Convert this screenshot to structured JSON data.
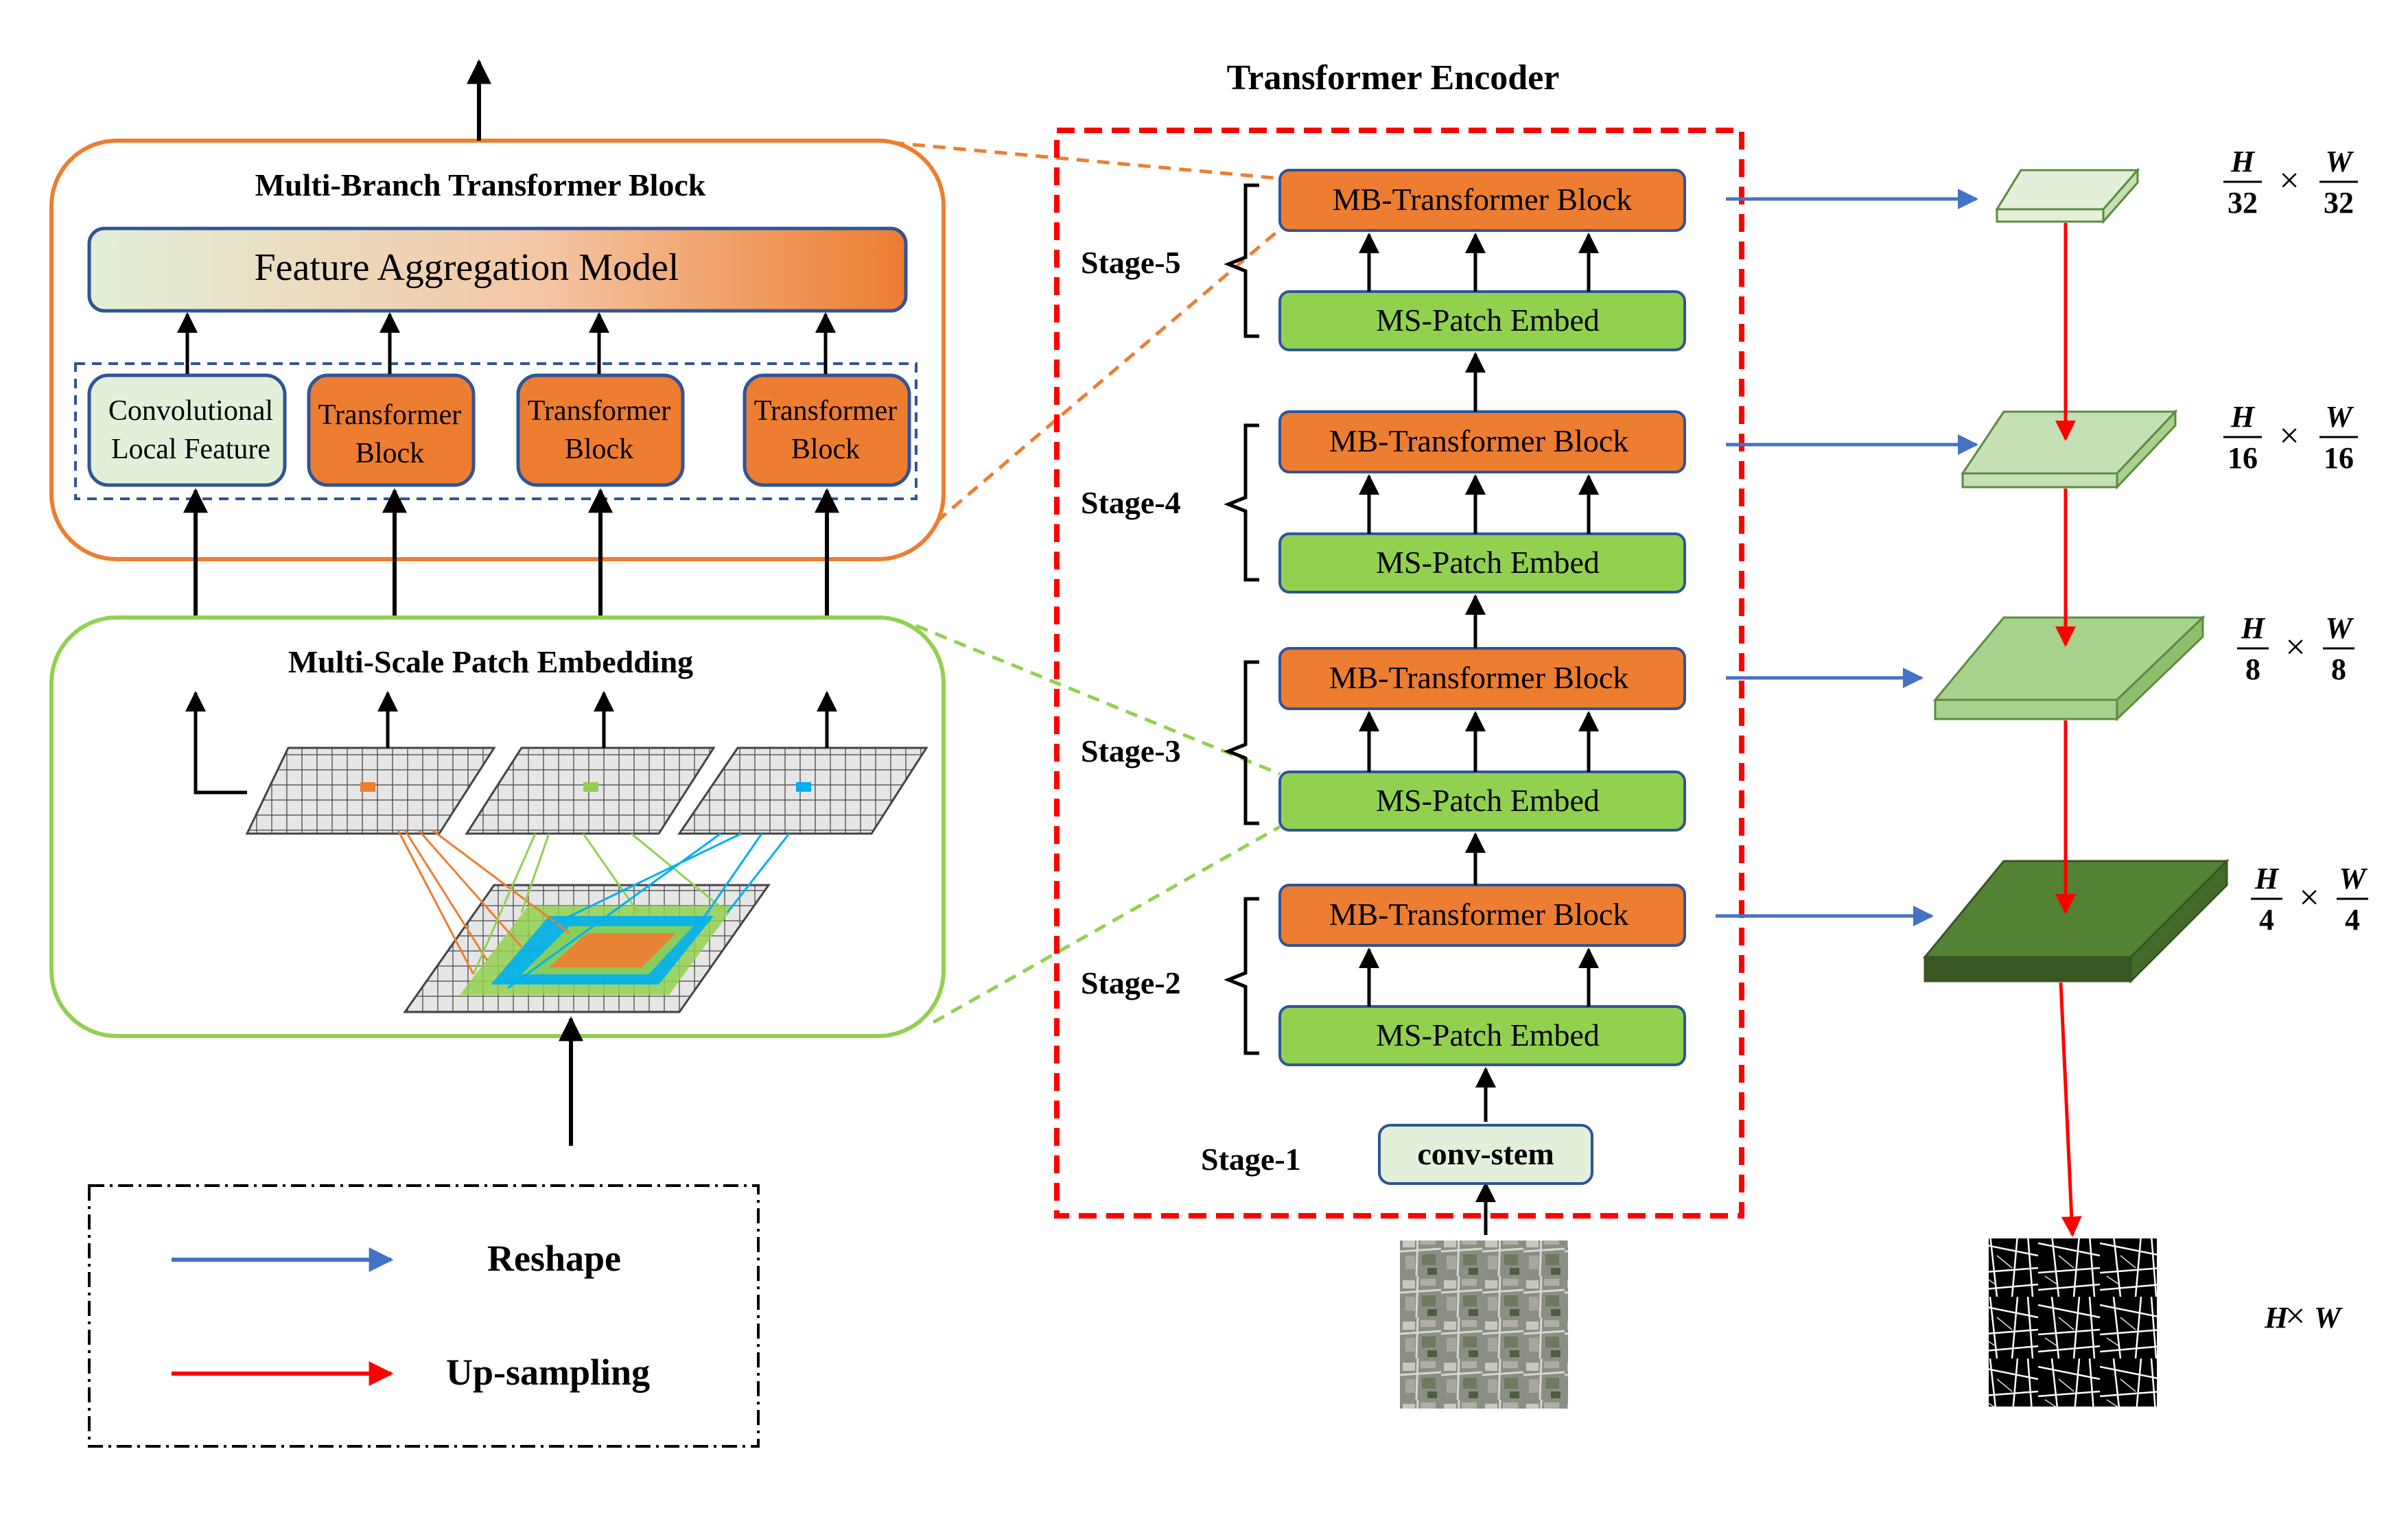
{
  "encoder": {
    "title": "Transformer Encoder",
    "stages": [
      {
        "label": "Stage-5",
        "block": "MB-Transformer Block",
        "embed": "MS-Patch Embed"
      },
      {
        "label": "Stage-4",
        "block": "MB-Transformer Block",
        "embed": "MS-Patch Embed"
      },
      {
        "label": "Stage-3",
        "block": "MB-Transformer Block",
        "embed": "MS-Patch Embed"
      },
      {
        "label": "Stage-2",
        "block": "MB-Transformer Block",
        "embed": "MS-Patch Embed"
      }
    ],
    "stage1_label": "Stage-1",
    "stem": "conv-stem"
  },
  "mb_block": {
    "title": "Multi-Branch Transformer Block",
    "aggregation": "Feature Aggregation Model",
    "branches": [
      {
        "line1": "Convolutional",
        "line2": "Local Feature"
      },
      {
        "line1": "Transformer",
        "line2": "Block"
      },
      {
        "line1": "Transformer",
        "line2": "Block"
      },
      {
        "line1": "Transformer",
        "line2": "Block"
      }
    ]
  },
  "ms_embed": {
    "title": "Multi-Scale Patch Embedding"
  },
  "legend": {
    "reshape": "Reshape",
    "upsample": "Up-sampling"
  },
  "scales": [
    {
      "num": "H",
      "den": "32",
      "num2": "W",
      "den2": "32"
    },
    {
      "num": "H",
      "den": "16",
      "num2": "W",
      "den2": "16"
    },
    {
      "num": "H",
      "den": "8",
      "num2": "W",
      "den2": "8"
    },
    {
      "num": "H",
      "den": "4",
      "num2": "W",
      "den2": "4"
    }
  ],
  "output_scale": {
    "left": "H",
    "times": "×",
    "right": "W"
  },
  "colors": {
    "orange": "#ED7D31",
    "green": "#92D050",
    "red": "#FF0000",
    "blue": "#4472C4",
    "lightgreen": "#E2F0D9"
  }
}
